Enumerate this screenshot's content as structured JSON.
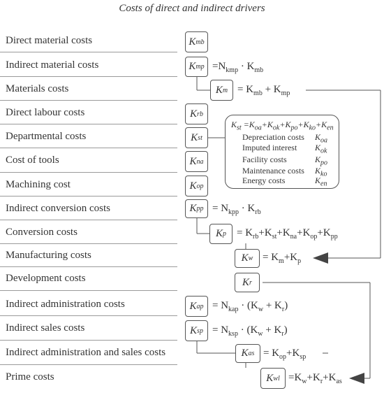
{
  "title": "Costs of direct and indirect drivers",
  "rows": [
    "Direct material costs",
    "Indirect material costs",
    "Materials costs",
    "Direct labour costs",
    "Departmental costs",
    "Cost of tools",
    "Machining cost",
    "Indirect conversion costs",
    "Conversion costs",
    "Manufacturing costs",
    "Development costs",
    "Indirect administration costs",
    "Indirect sales costs",
    "Indirect administration and sales costs",
    "Prime costs"
  ],
  "boxes": {
    "mb": {
      "base": "K",
      "sub": "mb"
    },
    "mp": {
      "base": "K",
      "sub": "mp"
    },
    "m": {
      "base": "K",
      "sub": "m"
    },
    "rb": {
      "base": "K",
      "sub": "rb"
    },
    "st": {
      "base": "K",
      "sub": "st"
    },
    "na": {
      "base": "K",
      "sub": "na"
    },
    "op": {
      "base": "K",
      "sub": "op"
    },
    "pp": {
      "base": "K",
      "sub": "pp"
    },
    "p": {
      "base": "K",
      "sub": "p"
    },
    "w": {
      "base": "K",
      "sub": "w"
    },
    "r": {
      "base": "K",
      "sub": "r"
    },
    "ap": {
      "base": "K",
      "sub": "ap"
    },
    "sp": {
      "base": "K",
      "sub": "sp"
    },
    "as": {
      "base": "K",
      "sub": "as"
    },
    "wl": {
      "base": "K",
      "sub": "wl"
    }
  },
  "formulas": {
    "mp": "=N<sub>kmp</sub> · K<sub>mb</sub>",
    "m": "= K<sub>mb</sub> + K<sub>mp</sub>",
    "pp": "= N<sub>kpp</sub> · K<sub>rb</sub>",
    "p": "= K<sub>rb</sub>+K<sub>st</sub>+K<sub>na</sub>+K<sub>op</sub>+K<sub>pp</sub>",
    "w": "= K<sub>m</sub>+K<sub>p</sub>",
    "ap": "= N<sub>kap</sub> · (K<sub>w</sub> + K<sub>r</sub>)",
    "sp": "= N<sub>ksp</sub> · (K<sub>w</sub> + K<sub>r</sub>)",
    "as": "= K<sub>op</sub>+K<sub>sp</sub>",
    "wl": "=K<sub>w</sub>+K<sub>r</sub>+K<sub>as</sub>"
  },
  "legend": {
    "head": "K<sub>st</sub> =K<sub>oa</sub>+K<sub>ok</sub>+K<sub>po</sub>+K<sub>ko</sub>+K<sub>en</sub>",
    "items": [
      {
        "label": "Depreciation costs",
        "sym": "K<sub>oa</sub>"
      },
      {
        "label": "Imputed interest",
        "sym": "K<sub>ok</sub>"
      },
      {
        "label": "Facility costs",
        "sym": "K<sub>po</sub>"
      },
      {
        "label": "Maintenance costs",
        "sym": "K<sub>ko</sub>"
      },
      {
        "label": "Energy costs",
        "sym": "K<sub>en</sub>"
      }
    ]
  }
}
